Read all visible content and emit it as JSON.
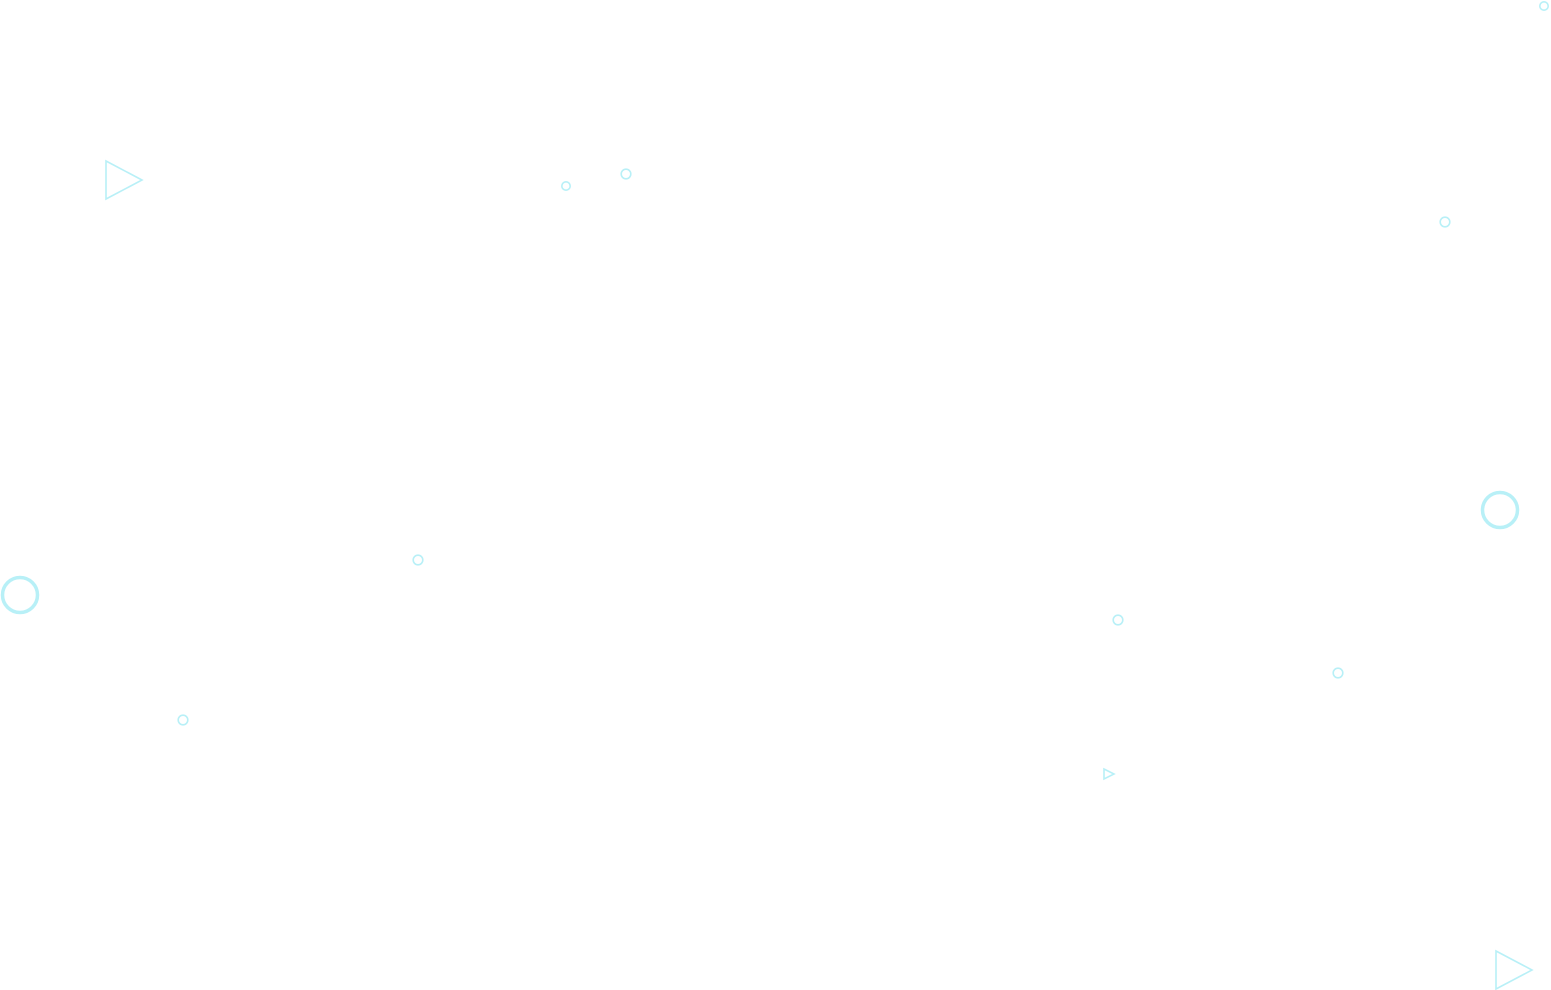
{
  "background_color": "#ffffff",
  "shape_color": "#b8f0f7",
  "decorations": [
    {
      "kind": "triangle",
      "icon": "play-triangle-icon"
    },
    {
      "kind": "triangle",
      "icon": "play-triangle-icon"
    },
    {
      "kind": "triangle",
      "icon": "play-triangle-icon"
    },
    {
      "kind": "circle",
      "icon": "ring-icon"
    },
    {
      "kind": "circle",
      "icon": "ring-icon"
    },
    {
      "kind": "circle",
      "icon": "dot-ring-icon"
    },
    {
      "kind": "circle",
      "icon": "dot-ring-icon"
    },
    {
      "kind": "circle",
      "icon": "dot-ring-icon"
    },
    {
      "kind": "circle",
      "icon": "dot-ring-icon"
    },
    {
      "kind": "circle",
      "icon": "dot-ring-icon"
    },
    {
      "kind": "circle",
      "icon": "dot-ring-icon"
    },
    {
      "kind": "circle",
      "icon": "dot-ring-icon"
    },
    {
      "kind": "circle",
      "icon": "dot-ring-icon"
    }
  ]
}
